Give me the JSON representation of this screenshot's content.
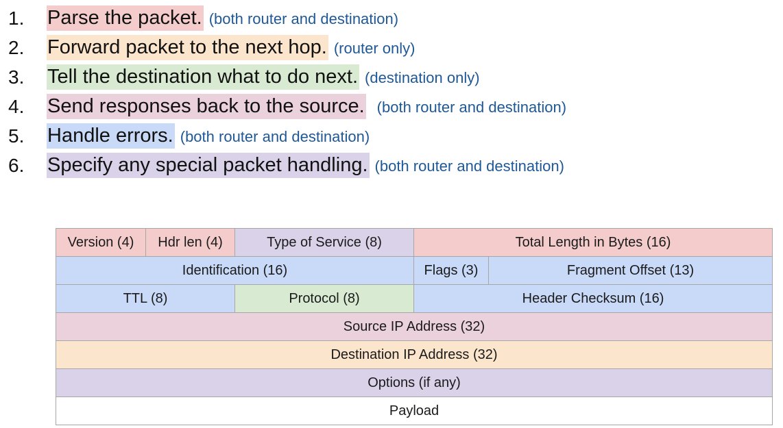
{
  "steps": [
    {
      "number": "1.",
      "text": "Parse the packet.",
      "note": "(both router and destination)",
      "color": "#f4cccc"
    },
    {
      "number": "2.",
      "text": "Forward packet to the next hop.",
      "note": "(router only)",
      "color": "#fce5cd"
    },
    {
      "number": "3.",
      "text": "Tell the destination what to do next.",
      "note": "(destination only)",
      "color": "#d9ead3"
    },
    {
      "number": "4.",
      "text": "Send responses back to the source.",
      "note": "(both router and destination)",
      "color": "#ead1dc"
    },
    {
      "number": "5.",
      "text": "Handle errors.",
      "note": "(both router and destination)",
      "color": "#c9daf8"
    },
    {
      "number": "6.",
      "text": "Specify any special packet handling.",
      "note": "(both router and destination)",
      "color": "#d9d2e9"
    }
  ],
  "header": {
    "row1": {
      "version": "Version (4)",
      "hdr_len": "Hdr len (4)",
      "tos": "Type of Service (8)",
      "total_length": "Total Length in Bytes (16)"
    },
    "row2": {
      "identification": "Identification (16)",
      "flags": "Flags (3)",
      "fragment_offset": "Fragment Offset (13)"
    },
    "row3": {
      "ttl": "TTL (8)",
      "protocol": "Protocol (8)",
      "checksum": "Header Checksum (16)"
    },
    "row4": {
      "source_ip": "Source IP Address (32)"
    },
    "row5": {
      "destination_ip": "Destination IP Address (32)"
    },
    "row6": {
      "options": "Options (if any)"
    },
    "row7": {
      "payload": "Payload"
    }
  },
  "colors": {
    "note_text": "#1f5896",
    "pink": "#f4cccc",
    "orange": "#fce5cd",
    "green": "#d9ead3",
    "mauve": "#ead1dc",
    "blue": "#c9daf8",
    "purple": "#d9d2e9",
    "border": "#a6a6a6"
  }
}
